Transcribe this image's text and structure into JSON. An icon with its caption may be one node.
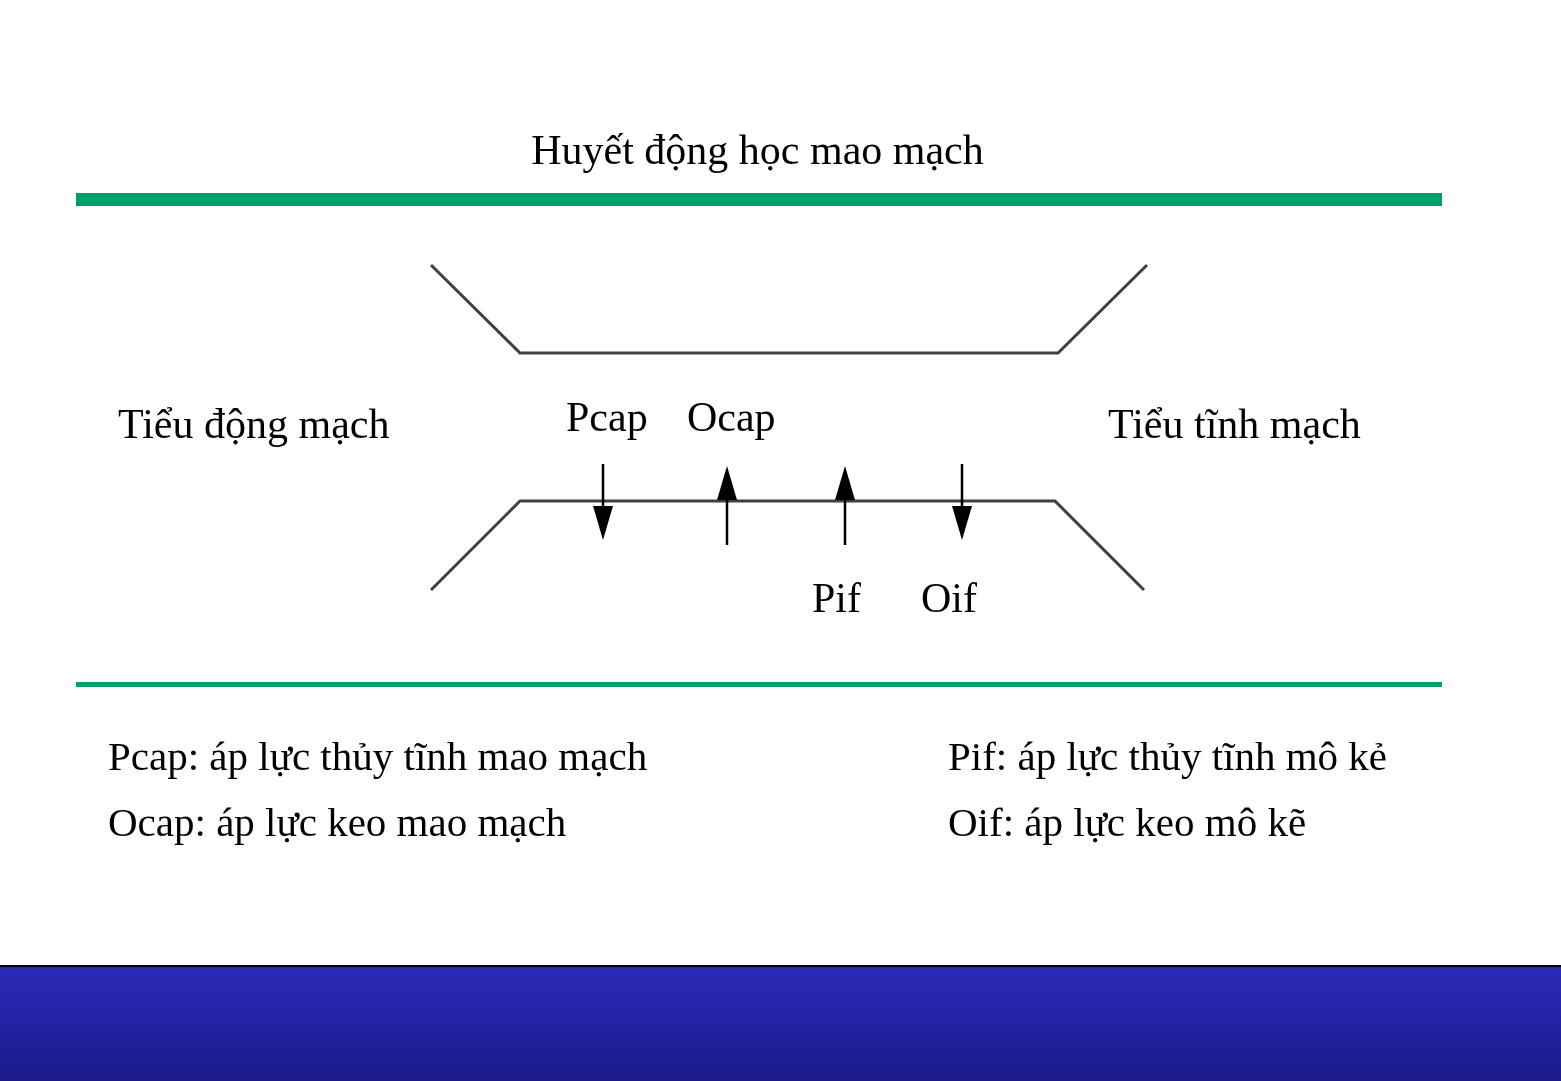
{
  "diagram": {
    "title": "Huyết động học mao mạch",
    "labels": [
      "Tiểu động mạch",
      "Pcap",
      "Ocap",
      "Tiểu tĩnh mạch",
      "Pif",
      "Oif",
      "Pcap: áp lực thủy tĩnh mao mạch",
      "Pif: áp lực thủy tĩnh mô kẻ",
      "Ocap: áp lực keo mao mạch",
      "Oif: áp lực keo mô kẽ"
    ]
  }
}
